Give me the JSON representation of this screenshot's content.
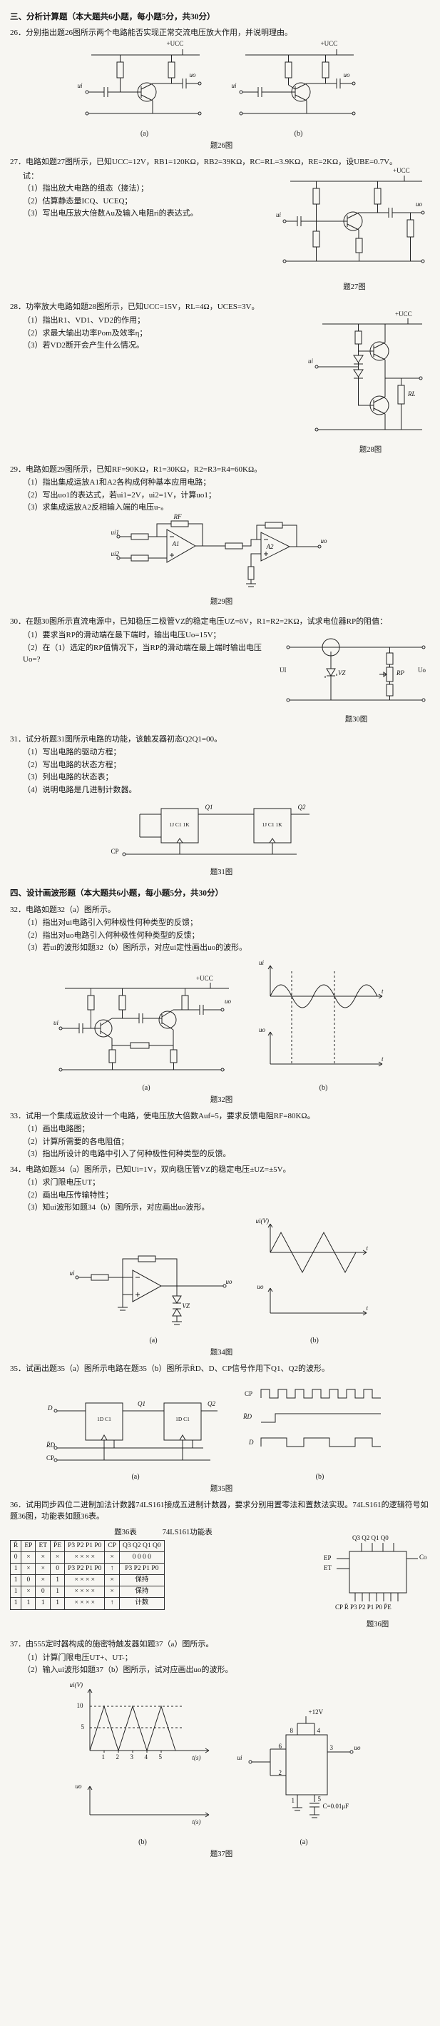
{
  "doc": {
    "sec3_title": "三、分析计算题（本大题共6小题，每小题5分，共30分）",
    "sec4_title": "四、设计画波形题（本大题共6小题，每小题5分，共30分）"
  },
  "q26": {
    "text": "26．分别指出题26图所示两个电路能否实现正常交流电压放大作用，并说明理由。",
    "sub_a": "(a)",
    "sub_b": "(b)",
    "caption": "题26图",
    "labels": {
      "a_vcc": "+UCC",
      "a_ui": "ui",
      "a_uo": "uo",
      "b_vcc": "+UCC",
      "b_ui": "ui",
      "b_uo": "uo"
    }
  },
  "q27": {
    "text": "27．电路如题27图所示，已知UCC=12V，RB1=120KΩ，RB2=39KΩ，RC=RL=3.9KΩ，RE=2KΩ，设UBE=0.7V。",
    "shi": "试：",
    "items": [
      "（1）指出放大电路的组态（接法）；",
      "（2）估算静态量ICQ、UCEQ；",
      "（3）写出电压放大倍数Au及输入电阻ri的表达式。"
    ],
    "caption": "题27图",
    "labels": {
      "vcc": "+UCC",
      "ui": "ui",
      "uo": "uo"
    }
  },
  "q28": {
    "text": "28．功率放大电路如题28图所示，已知UCC=15V，RL=4Ω，UCES=3V。",
    "items": [
      "（1）指出R1、VD1、VD2的作用；",
      "（2）求最大输出功率Pom及效率η；",
      "（3）若VD2断开会产生什么情况。"
    ],
    "caption": "题28图",
    "labels": {
      "vcc": "+UCC",
      "ui": "ui",
      "rl": "RL"
    }
  },
  "q29": {
    "text": "29．电路如题29图所示，已知RF=90KΩ，R1=30KΩ，R2=R3=R4=60KΩ。",
    "items": [
      "（1）指出集成运放A1和A2各构成何种基本应用电路；",
      "（2）写出uo1的表达式，若ui1=2V，ui2=1V，计算uo1；",
      "（3）求集成运放A2反相输入端的电压u-。"
    ],
    "caption": "题29图",
    "labels": {
      "ui1": "ui1",
      "ui2": "ui2",
      "a1": "A1",
      "a2": "A2",
      "uo": "uo",
      "rf": "RF"
    }
  },
  "q30": {
    "text": "30．在题30图所示直流电源中，已知稳压二极管VZ的稳定电压UZ=6V，R1=R2=2KΩ，试求电位器RP的阻值：",
    "items": [
      "（1）要求当RP的滑动端在最下端时，输出电压Uo=15V；",
      "（2）在（1）选定的RP值情况下，当RP的滑动端在最上端时输出电压Uo=?"
    ],
    "caption": "题30图",
    "labels": {
      "uiL": "UI",
      "uo": "Uo",
      "vz": "VZ",
      "rp": "RP"
    }
  },
  "q31": {
    "text": "31．试分析题31图所示电路的功能，该触发器初态Q2Q1=00。",
    "items": [
      "（1）写出电路的驱动方程；",
      "（2）写出电路的状态方程；",
      "（3）列出电路的状态表；",
      "（4）说明电路是几进制计数器。"
    ],
    "caption": "题31图",
    "labels": {
      "cp": "CP",
      "q1": "Q1",
      "q2": "Q2",
      "ff1": "1J C1 1K",
      "ff2": "1J C1 1K"
    }
  },
  "q32": {
    "text": "32．电路如题32（a）图所示。",
    "items": [
      "（1）指出对ui电路引入何种极性何种类型的反馈；",
      "（2）指出对uo电路引入何种极性何种类型的反馈；",
      "（3）若ui的波形如题32（b）图所示，对应ui定性画出uo的波形。"
    ],
    "sub_a": "(a)",
    "sub_b": "(b)",
    "caption": "题32图",
    "labels": {
      "vcc": "+UCC",
      "ui": "ui",
      "uo": "uo",
      "w_ui": "ui",
      "w_t1": "t",
      "w_uo": "uo",
      "w_t2": "t"
    }
  },
  "q33": {
    "text": "33．试用一个集成运放设计一个电路，使电压放大倍数Auf=5，要求反馈电阻RF=80KΩ。",
    "items": [
      "（1）画出电路图；",
      "（2）计算所需要的各电阻值；",
      "（3）指出所设计的电路中引入了何种极性何种类型的反馈。"
    ]
  },
  "q34": {
    "text": "34．电路如题34（a）图所示，已知Ui=1V，双向稳压管VZ的稳定电压±UZ=±5V。",
    "items": [
      "（1）求门限电压UT；",
      "（2）画出电压传输特性；",
      "（3）知ui波形如题34（b）图所示，对应画出uo波形。"
    ],
    "sub_a": "(a)",
    "sub_b": "(b)",
    "caption": "题34图",
    "labels": {
      "ui": "ui",
      "uo": "uo",
      "vz": "VZ",
      "w_ui": "ui(V)",
      "w_t1": "t",
      "w_uo": "uo",
      "w_t2": "t"
    }
  },
  "q35": {
    "text": "35．试画出题35（a）图所示电路在题35（b）图所示R̄D、D、CP信号作用下Q1、Q2的波形。",
    "sub_a": "(a)",
    "sub_b": "(b)",
    "caption": "题35图",
    "labels": {
      "d": "D",
      "rd": "R̄D",
      "cp": "CP",
      "q1": "Q1",
      "q2": "Q2",
      "ff1": "1D C1",
      "ff2": "1D C1",
      "w_cp": "CP",
      "w_rd": "R̄D",
      "w_d": "D"
    }
  },
  "q36": {
    "text": "36．试用同步四位二进制加法计数器74LS161接成五进制计数器，要求分别用置零法和置数法实现。74LS161的逻辑符号如题36图，功能表如题36表。",
    "table_tag": "题36表",
    "table_title": "74LS161功能表",
    "caption": "题36图",
    "table": {
      "headers": [
        "R̄",
        "EP",
        "ET",
        "P̄E",
        "P3 P2 P1 P0",
        "CP",
        "Q3 Q2 Q1 Q0"
      ],
      "rows": [
        [
          "0",
          "×",
          "×",
          "×",
          "× × × ×",
          "×",
          "0 0 0 0"
        ],
        [
          "1",
          "×",
          "×",
          "0",
          "P3 P2 P1 P0",
          "↑",
          "P3 P2 P1 P0"
        ],
        [
          "1",
          "0",
          "×",
          "1",
          "× × × ×",
          "×",
          "保持"
        ],
        [
          "1",
          "×",
          "0",
          "1",
          "× × × ×",
          "×",
          "保持"
        ],
        [
          "1",
          "1",
          "1",
          "1",
          "× × × ×",
          "↑",
          "计数"
        ]
      ]
    },
    "labels": {
      "ep": "EP",
      "et": "ET",
      "qg": "Q3 Q2 Q1 Q0",
      "co": "Co",
      "bottom": "CP R̄ P3 P2 P1 P0 P̄E"
    }
  },
  "q37": {
    "text": "37．由555定时器构成的施密特触发器如题37（a）图所示。",
    "items": [
      "（1）计算门限电压UT+、UT-；",
      "（2）输入ui波形如题37（b）图所示，试对应画出uo的波形。"
    ],
    "sub_a": "(a)",
    "sub_b": "(b)",
    "caption": "题37图",
    "labels": {
      "ui": "ui",
      "p6": "6",
      "p2": "2",
      "p8": "8",
      "p4": "4",
      "p3": "3",
      "p5": "5",
      "p1": "1",
      "vcc": "+12V",
      "uo": "uo",
      "cap": "C=0.01μF",
      "w_ui": "ui(V)",
      "w_10": "10",
      "w_5": "5",
      "n1": "1",
      "n2": "2",
      "n3": "3",
      "n4": "4",
      "n5": "5",
      "ts1": "t(s)",
      "w_uo": "uo",
      "ts2": "t(s)"
    }
  }
}
